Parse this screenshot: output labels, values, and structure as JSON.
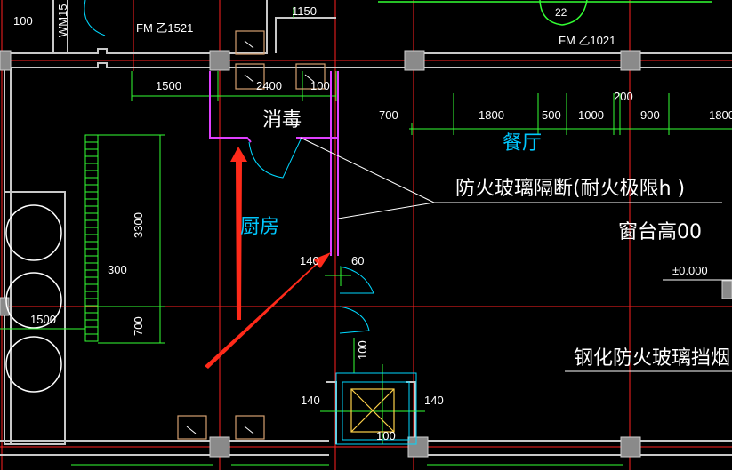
{
  "rooms": {
    "disinfection": "消毒",
    "kitchen": "厨房",
    "dining": "餐厅"
  },
  "labels": {
    "fire_glass_partition": "防火玻璃隔断(耐火极限h )",
    "window_sill_height": "窗台高00",
    "tempered_fire_glass": "钢化防火玻璃挡烟",
    "elevation": "±0.000",
    "door_fm1521": "FM 乙1521",
    "door_fm1021": "FM 乙1021",
    "door_wm15": "WM15",
    "circle_tag": "22"
  },
  "dimensions": {
    "d100_top": "100",
    "d1150": "1150",
    "d1500_top": "1500",
    "d2400": "2400",
    "d100_mid": "100",
    "d700_left": "700",
    "d1800_a": "1800",
    "d500": "500",
    "d1000": "1000",
    "d200": "200",
    "d900": "900",
    "d1800_b": "1800",
    "d3300": "3300",
    "d300": "300",
    "d700_vert": "700",
    "d1500_left": "1500",
    "d140_a": "140",
    "d60": "60",
    "d100_vert": "100",
    "d140_b": "140",
    "d140_c": "140",
    "d100_bottom": "100"
  },
  "colors": {
    "axis": "#ff2020",
    "wall": "#c8c8c8",
    "dim_line": "#33ff33",
    "partition": "#e040ff",
    "arrow": "#ff2a1a",
    "room_text": "#00c8ff",
    "fixture": "#d4a070"
  }
}
